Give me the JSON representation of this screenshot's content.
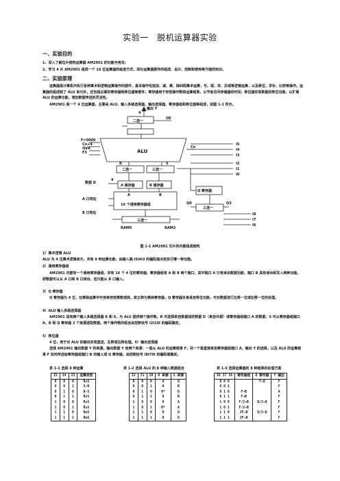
{
  "title": "实验一　脱机运算器实验",
  "sec1": {
    "heading": "一、实验目的",
    "items": [
      "1、深入了解位片结构运算器 AM2901 的功能与用法；",
      "2、学习 4 片 AM2901 组成一个 16 位运算器的级连方式，深化运算器部件的组成、设计、控制和使用等方面的知识。"
    ]
  },
  "sec2": {
    "heading": "二、实验原理",
    "para1": "运算器是计算机中执行各种算术和逻辑运算操作的部件，基本操作包括加、减、乘、除四则算术运算，与、或、非、异或等逻辑运算，以及移位、求补、比较等操作。运算器的组成除了 ALU 单元外，还包括必要的寄存器和移位器等部件，寄存器用于存放操作数和运算结果，以节省访问存储器的时间；移位器实现数据的移位功能，以扩展 ALU 的运算功能，增加数据传送的灵活性。",
    "para2": "AM2901 是一个 4 位运算器，主要由 ALU、输入多路选择器、输出选择器、寄存器组和移位器等组成，如图 1-1 所示。"
  },
  "diagram": {
    "output_y": "输出 Y",
    "oe": "OE",
    "mux2": "二选一",
    "mux3": "三选一",
    "alu": "ALU",
    "f0000": "F=0000",
    "cn4": "Cn+4",
    "ovr": "OVR",
    "f3": "F3",
    "cn": "Cn",
    "r": "R",
    "s": "S",
    "a_latch": "A 锁存器",
    "b_latch": "B 锁存器",
    "data_d": "数据 D",
    "a_addr": "A 口地址",
    "b_addr": "B 口地址",
    "a_port": "A",
    "b_port": "B",
    "regs": "16 个通用寄存器组",
    "q_reg": "Q 寄存器",
    "ram0": "RAM0",
    "ram3": "RAM3",
    "q0": "Q0",
    "q3": "Q3",
    "i_labels": [
      "I5",
      "I4",
      "I3",
      "I2",
      "I1",
      "I0",
      "I8",
      "I7",
      "I6"
    ],
    "four": "4",
    "caption": "图 1-1  AM2901 芯片的内部组成结构"
  },
  "body": {
    "s1_title": "1）算术逻辑 ALU",
    "s1_text": "ALU 为 4 位算术逻辑单元，共有 8 种运算功能，由输入端 I5I4I3 的编码值决定执行哪一种功能。",
    "s2_title": "2）通用寄存器组",
    "s2_text": "AM2901 内部有一个通用寄存器组，共有 16 个 4 位的寄存器。寄存器组有 A 和 B 两个端口，其中端口 A 只有读出数据功能，端口 B 具有读出和写入两种功能。即数据可以从 A 口和 B 口读出，但只能从 B 口输入。",
    "s3_title": "3）Q 寄存器",
    "s3_text": "Q 寄存器为 4 位，在乘除运算中可用来存放乘数或商，故又称为乘商寄存器，Q 寄存器本身具有移位功能，可对数据进行左移一位或右移一位的处理。",
    "s4_title": "4）ALU 输入多路选择器",
    "s4_text": "AM2901 具有两个输入多路选择器 R 和 S，为 ALU 提供两个操作数。R 可选择来自数据线的数据 D（来自外部）或寄存器组端口 A 的数据；S 可从寄存器组端口 A、B 和 Q 寄存器 3 个来源选取数据。两个操作数的组合由控制信号 I2I1I0 的编码确定。",
    "s5_title": "5）移位器",
    "s5_text": "4 位，用于对 ALU 的输出实现直送、左移或右移处理。6）输出选择器",
    "s6_text": "选择 AM2901 输出数据 Y 的来源。输出数据 Y 有两个来源：一是从 ALU 的运算结果 F；另一个是直接来自寄存器组端口 A，输出 Y 的选择，以及 ALU 的运算结果 F 如何传送给寄存器组端口 B 的输入或 Q 寄存器，由控制信号 I8I7I6 的编码值确定。"
  },
  "table1": {
    "title": "表 1-1  选择 8 种运算",
    "headers": [
      "I5",
      "I4",
      "I3",
      "运算类型"
    ],
    "rows": [
      [
        "0",
        "0",
        "0",
        "R+S"
      ],
      [
        "0",
        "0",
        "1",
        "S-R"
      ],
      [
        "0",
        "1",
        "0",
        "R-S"
      ],
      [
        "0",
        "1",
        "1",
        "R∨S"
      ],
      [
        "1",
        "0",
        "0",
        "R∧S"
      ],
      [
        "1",
        "0",
        "1",
        "R̄∧S"
      ],
      [
        "1",
        "1",
        "0",
        "R⊕S"
      ],
      [
        "1",
        "1",
        "1",
        "R⊕S"
      ]
    ]
  },
  "table2": {
    "title": "表 1-2  选择 ALU 的 8 种输入数据组合",
    "headers": [
      "I2",
      "I1",
      "I0",
      "R 来源",
      "S 来源"
    ],
    "rows": [
      [
        "0",
        "0",
        "0",
        "A",
        "Q"
      ],
      [
        "0",
        "0",
        "1",
        "A",
        "B"
      ],
      [
        "0",
        "1",
        "0",
        "0*",
        "Q"
      ],
      [
        "0",
        "1",
        "1",
        "0",
        "B"
      ],
      [
        "1",
        "0",
        "0",
        "0",
        "A"
      ],
      [
        "1",
        "0",
        "1",
        "D*",
        "A"
      ],
      [
        "1",
        "1",
        "0",
        "D",
        "Q"
      ],
      [
        "1",
        "1",
        "1",
        "D",
        "0"
      ]
    ]
  },
  "table3": {
    "title": "表 1-3  选择运算器的 8 种结果的处理方案",
    "headers": [
      "I8 I7 I6",
      "寄存器组",
      "Q 寄存器",
      "Y 输出"
    ],
    "rows": [
      [
        "0 0 0",
        "",
        "F→Q",
        "F"
      ],
      [
        "0 0 1",
        "",
        "",
        "F"
      ],
      [
        "0 1 0",
        "F→B",
        "",
        "A"
      ],
      [
        "0 1 1",
        "F→B",
        "",
        "F"
      ],
      [
        "1 0 0",
        "F/2→B",
        "Q/2→Q",
        "F"
      ],
      [
        "1 0 1",
        "F/2→B",
        "",
        "F"
      ],
      [
        "1 1 0",
        "2F→B",
        "Q/2→Q",
        "F"
      ],
      [
        "1 1 1",
        "2F→B",
        "",
        "F"
      ]
    ]
  }
}
